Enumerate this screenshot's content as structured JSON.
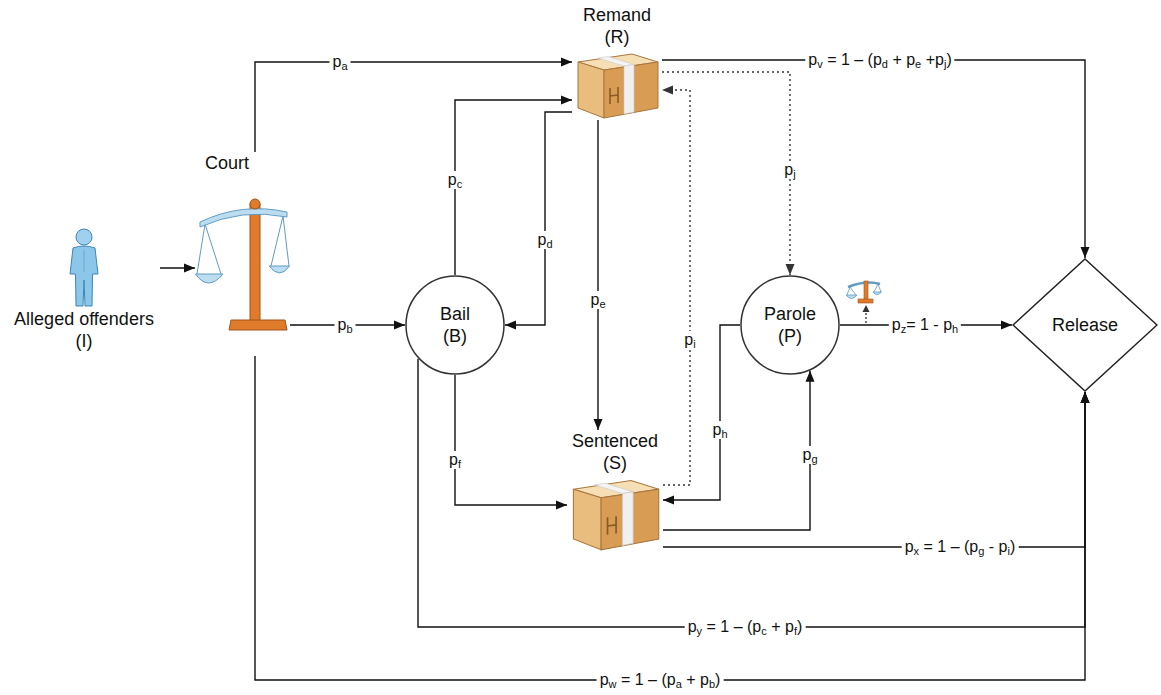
{
  "diagram": {
    "nodes": [
      {
        "text": [
          "Alleged offenders (I)"
        ]
      },
      {
        "text": [
          "Court"
        ]
      },
      {
        "text": [
          "Remand (R)"
        ]
      },
      {
        "text": [
          "Bail (B)"
        ]
      },
      {
        "text": [
          "Sentenced (S)"
        ]
      },
      {
        "text": [
          "Parole (P)"
        ]
      },
      {
        "text": [
          "Release"
        ]
      }
    ],
    "edges": [
      {
        "from": 0,
        "to": 1,
        "arrow": "to"
      },
      {
        "from": 1,
        "to": 2,
        "label": "pa",
        "arrow": "to"
      },
      {
        "from": 1,
        "to": 3,
        "label": "pb",
        "arrow": "to"
      },
      {
        "from": 1,
        "to": 6,
        "label": "pw = 1 – (pa + pb)",
        "arrow": "to"
      },
      {
        "from": 3,
        "to": 2,
        "label": "pc",
        "arrow": "to"
      },
      {
        "from": 2,
        "to": 3,
        "label": "pd",
        "arrow": "to"
      },
      {
        "from": 2,
        "to": 4,
        "label": "pe",
        "arrow": "to"
      },
      {
        "from": 3,
        "to": 4,
        "label": "pf",
        "arrow": "to"
      },
      {
        "from": 3,
        "to": 6,
        "label": "py = 1 – (pc + pf)",
        "arrow": "to"
      },
      {
        "from": 2,
        "to": 6,
        "label": "pv = 1 – (pd + pe +pj)",
        "arrow": "to"
      },
      {
        "from": 2,
        "to": 5,
        "label": "pj",
        "arrow": "to"
      },
      {
        "from": 4,
        "to": 2,
        "label": "pi",
        "arrow": "to"
      },
      {
        "from": 4,
        "to": 5,
        "label": "pg",
        "arrow": "to"
      },
      {
        "from": 5,
        "to": 4,
        "label": "ph",
        "arrow": "to"
      },
      {
        "from": 4,
        "to": 6,
        "label": "px = 1 – (pg - pi)",
        "arrow": "to"
      },
      {
        "from": 5,
        "to": 6,
        "label": "pz= 1 - ph",
        "arrow": "to"
      }
    ]
  }
}
